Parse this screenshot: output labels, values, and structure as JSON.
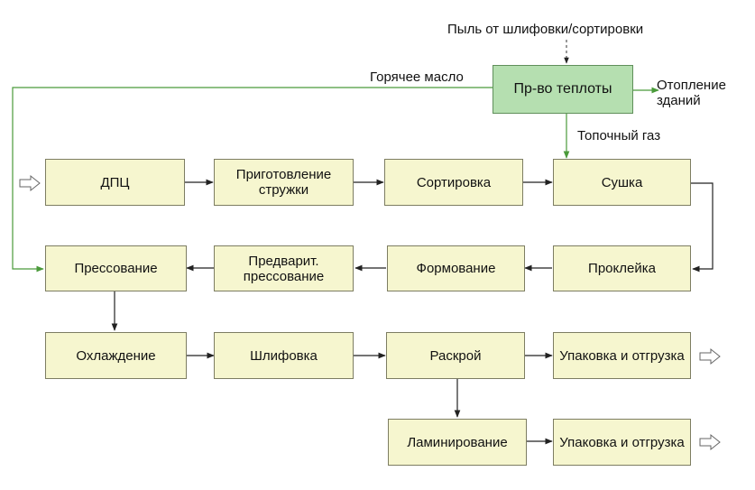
{
  "source_label": "Пыль от шлифовки/сортировки",
  "heat_unit": "Пр-во теплоты",
  "hot_oil_label": "Горячее масло",
  "building_heating_label": "Отопление\nзданий",
  "furnace_gas_label": "Топочный газ",
  "colors": {
    "box_fill": "#f6f6cf",
    "heat_fill": "#b5dfb0",
    "green_line": "#4a9a3a",
    "arrow": "#222222"
  },
  "steps": {
    "dpc": "ДПЦ",
    "chip_prep": "Приготовление стружки",
    "sorting": "Сортировка",
    "drying": "Сушка",
    "gluing": "Проклейка",
    "forming": "Формование",
    "prepress": "Предварит. прессование",
    "pressing": "Прессование",
    "cooling": "Охлаждение",
    "sanding": "Шлифовка",
    "cutting": "Раскрой",
    "packing1": "Упаковка и отгрузка",
    "laminating": "Ламинирование",
    "packing2": "Упаковка и отгрузка"
  }
}
